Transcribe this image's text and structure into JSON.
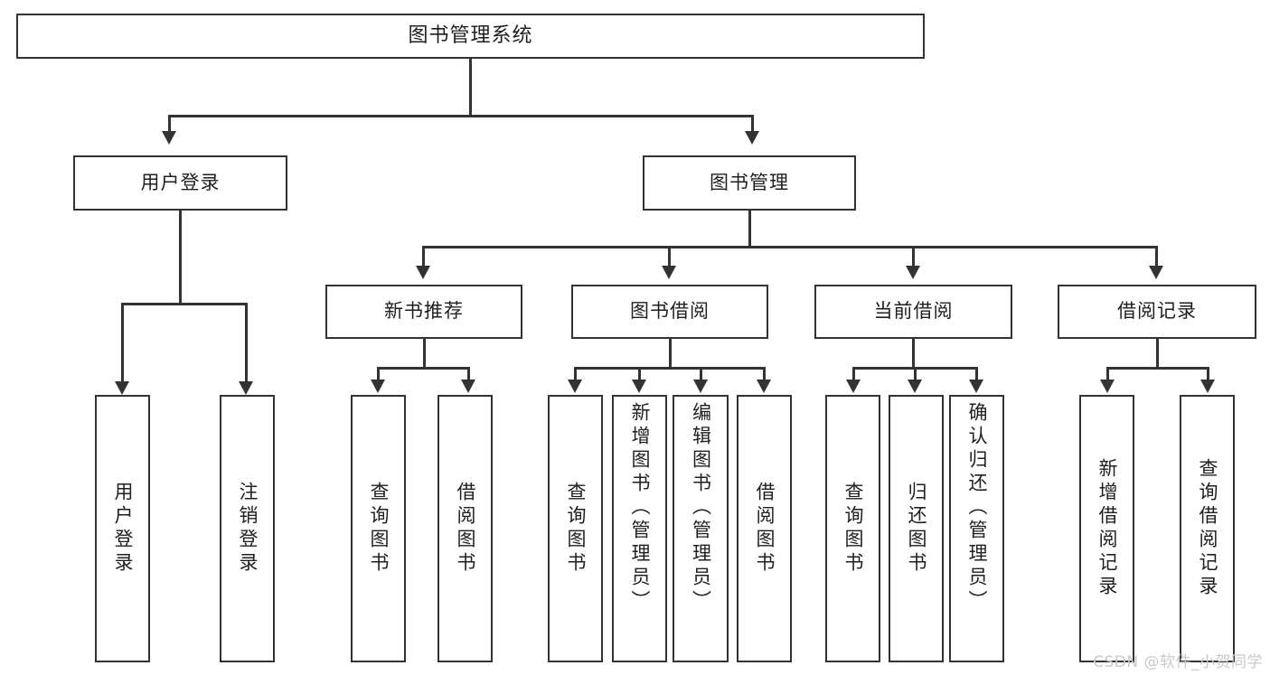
{
  "diagram": {
    "title": "图书管理系统",
    "watermark": "CSDN @软件_小贺同学",
    "colors": {
      "border": "#333333",
      "text": "#1f1f1f",
      "background": "#ffffff",
      "watermark": "#c9c9c9"
    },
    "levels": {
      "level1": [
        {
          "id": "root",
          "label": "图书管理系统"
        }
      ],
      "level2": [
        {
          "id": "user-login",
          "label": "用户登录"
        },
        {
          "id": "book-manage",
          "label": "图书管理"
        }
      ],
      "level3": [
        {
          "id": "new-book-recommend",
          "label": "新书推荐"
        },
        {
          "id": "book-borrow",
          "label": "图书借阅"
        },
        {
          "id": "current-borrow",
          "label": "当前借阅"
        },
        {
          "id": "borrow-record",
          "label": "借阅记录"
        }
      ],
      "level4": [
        {
          "id": "leaf-user-login",
          "parent": "user-login",
          "label": "用户登录"
        },
        {
          "id": "leaf-logout",
          "parent": "user-login",
          "label": "注销登录"
        },
        {
          "id": "leaf-query-book-1",
          "parent": "new-book-recommend",
          "label": "查询图书"
        },
        {
          "id": "leaf-borrow-book-1",
          "parent": "new-book-recommend",
          "label": "借阅图书"
        },
        {
          "id": "leaf-query-book-2",
          "parent": "book-borrow",
          "label": "查询图书"
        },
        {
          "id": "leaf-add-book",
          "parent": "book-borrow",
          "label": "新增图书（管理员）"
        },
        {
          "id": "leaf-edit-book",
          "parent": "book-borrow",
          "label": "编辑图书（管理员）"
        },
        {
          "id": "leaf-borrow-book-2",
          "parent": "book-borrow",
          "label": "借阅图书"
        },
        {
          "id": "leaf-query-book-3",
          "parent": "current-borrow",
          "label": "查询图书"
        },
        {
          "id": "leaf-return-book",
          "parent": "current-borrow",
          "label": "归还图书"
        },
        {
          "id": "leaf-confirm-return",
          "parent": "current-borrow",
          "label": "确认归还（管理员）"
        },
        {
          "id": "leaf-add-record",
          "parent": "borrow-record",
          "label": "新增借阅记录"
        },
        {
          "id": "leaf-query-record",
          "parent": "borrow-record",
          "label": "查询借阅记录"
        }
      ]
    }
  }
}
